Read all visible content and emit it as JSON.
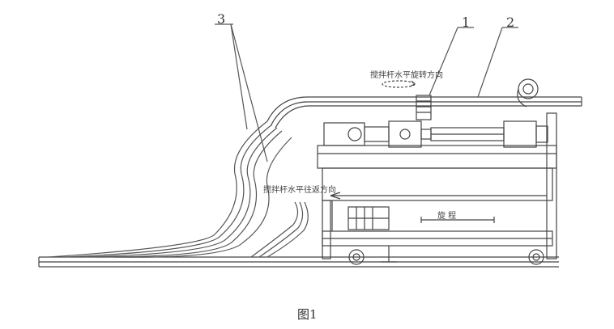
{
  "figure": {
    "caption": "图1",
    "labels": {
      "one": "1",
      "two": "2",
      "three": "3"
    },
    "annotations": {
      "top": "搅拌杆水平旋转方向",
      "middle": "搅拌杆水平往返方向",
      "inner": "旋  程"
    }
  },
  "colors": {
    "line": "#444444",
    "dark": "#222222",
    "light": "#999999"
  }
}
